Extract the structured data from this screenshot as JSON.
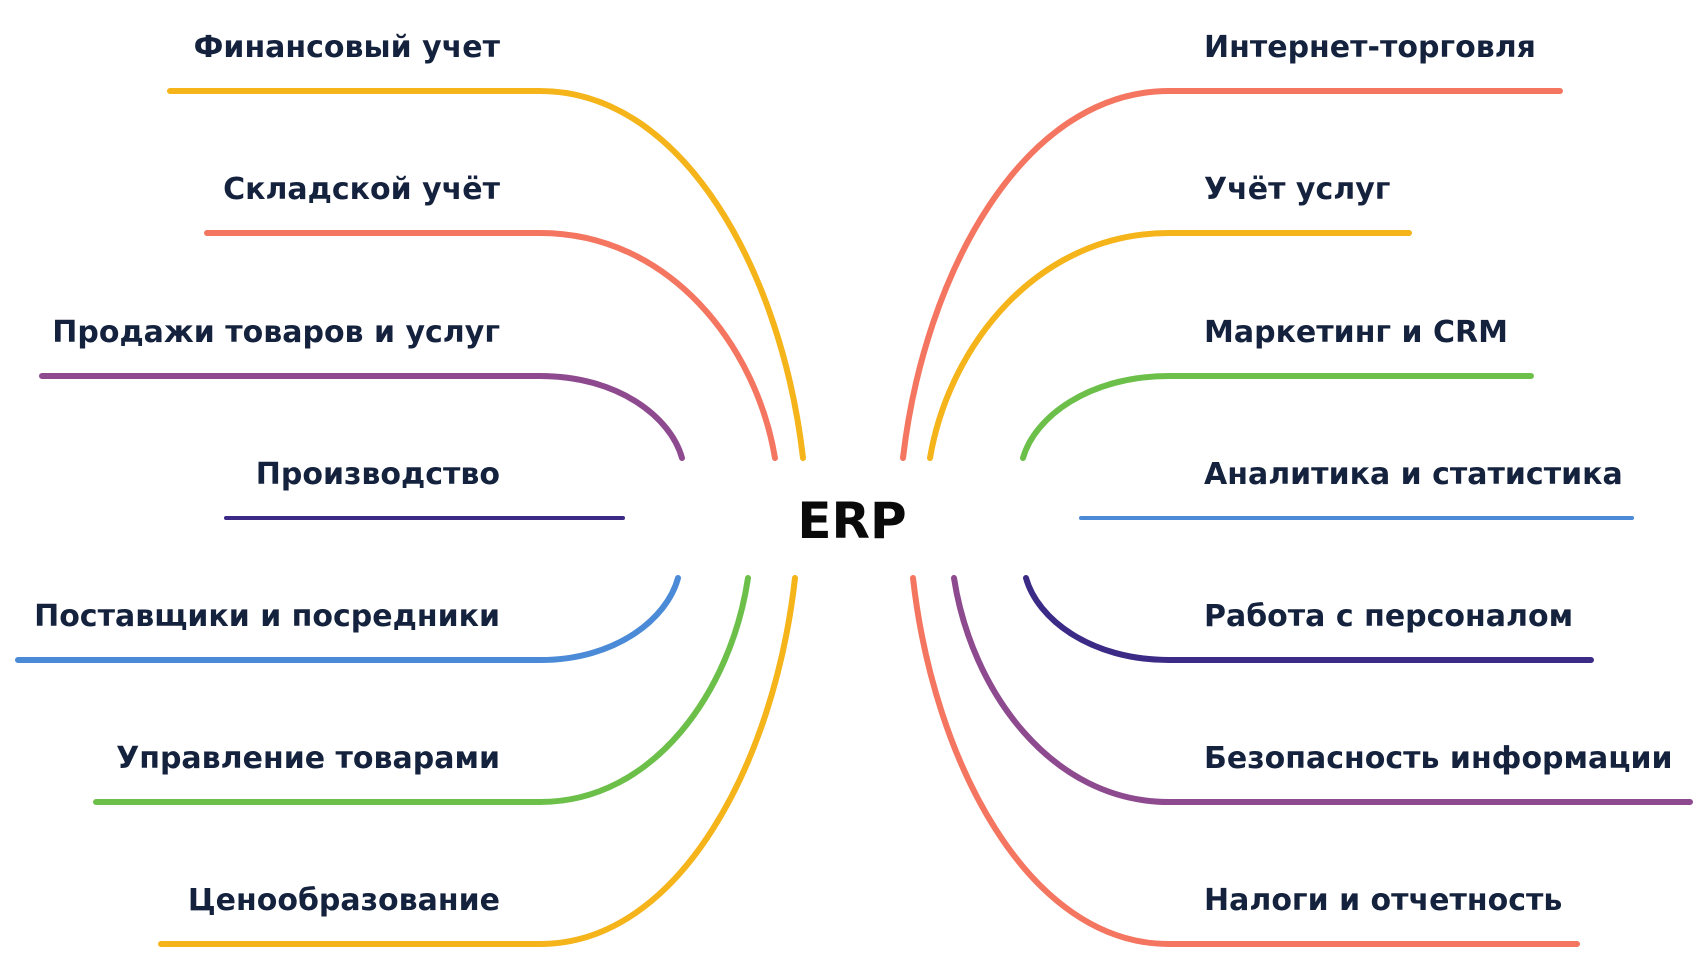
{
  "center": {
    "label": "ERP"
  },
  "colors": {
    "yellow": "#f4b41a",
    "coral": "#f47560",
    "purple": "#8e4a8e",
    "navy": "#3b2a86",
    "blue": "#4a8ad6",
    "green": "#6cc04a",
    "text": "#14223d"
  },
  "branches": {
    "left": [
      {
        "label": "Финансовый учет",
        "color": "#f4b41a"
      },
      {
        "label": "Складской учёт",
        "color": "#f47560"
      },
      {
        "label": "Продажи товаров и услуг",
        "color": "#8e4a8e"
      },
      {
        "label": "Производство",
        "color": "#3b2a86"
      },
      {
        "label": "Поставщики и посредники",
        "color": "#4a8ad6"
      },
      {
        "label": "Управление товарами",
        "color": "#6cc04a"
      },
      {
        "label": "Ценообразование",
        "color": "#f4b41a"
      }
    ],
    "right": [
      {
        "label": "Интернет-торговля",
        "color": "#f47560"
      },
      {
        "label": "Учёт услуг",
        "color": "#f4b41a"
      },
      {
        "label": "Маркетинг и CRM",
        "color": "#6cc04a"
      },
      {
        "label": "Аналитика и статистика",
        "color": "#4a8ad6"
      },
      {
        "label": "Работа с персоналом",
        "color": "#3b2a86"
      },
      {
        "label": "Безопасность информации",
        "color": "#8e4a8e"
      },
      {
        "label": "Налоги и отчетность",
        "color": "#f47560"
      }
    ]
  }
}
